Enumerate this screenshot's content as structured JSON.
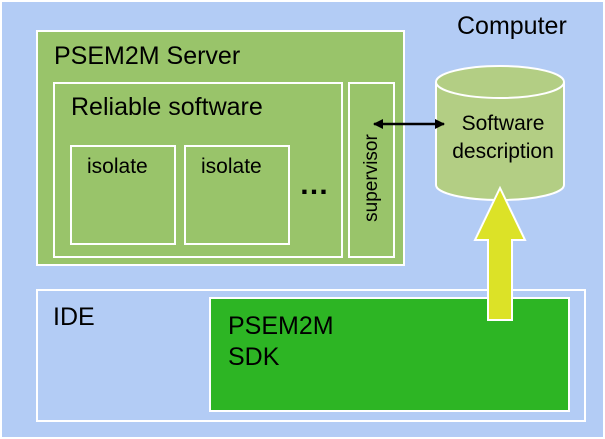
{
  "computer": {
    "label": "Computer"
  },
  "server": {
    "title": "PSEM2M Server"
  },
  "reliable": {
    "title": "Reliable software"
  },
  "isolates": [
    {
      "label": "isolate"
    },
    {
      "label": "isolate"
    }
  ],
  "ellipsis": "…",
  "supervisor": {
    "label": "supervisor"
  },
  "software_description": {
    "line1": "Software",
    "line2": "description"
  },
  "ide": {
    "label": "IDE"
  },
  "sdk": {
    "line1": "PSEM2M",
    "line2": "SDK"
  },
  "colors": {
    "computer_bg": "#b3ccf5",
    "server_bg": "#99c46a",
    "cylinder": "#b3ce84",
    "ide_bg": "#b3ccf5",
    "sdk_bg": "#2db524",
    "arrow": "#dce227",
    "border": "#ffffff"
  }
}
